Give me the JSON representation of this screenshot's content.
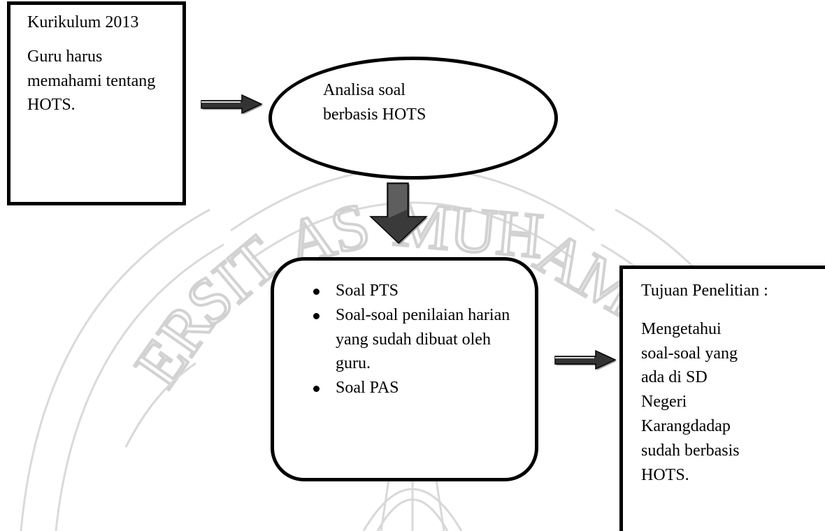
{
  "box_kurikulum": {
    "line1": "Kurikulum 2013",
    "line2": "Guru harus memahami tentang HOTS."
  },
  "ellipse": {
    "text": "Analisa soal berbasis HOTS"
  },
  "box_soal": {
    "items": [
      "Soal PTS",
      "Soal-soal penilaian harian yang sudah dibuat oleh guru.",
      "Soal PAS"
    ]
  },
  "box_tujuan": {
    "heading": "Tujuan Penelitian :",
    "body": "Mengetahui soal-soal yang ada di SD Negeri Karangdadap sudah berbasis HOTS."
  },
  "colors": {
    "border": "#000000",
    "arrow_fill": "#333333",
    "arrow_shadow": "#9a9a9a",
    "watermark": "#d9d9d9"
  }
}
